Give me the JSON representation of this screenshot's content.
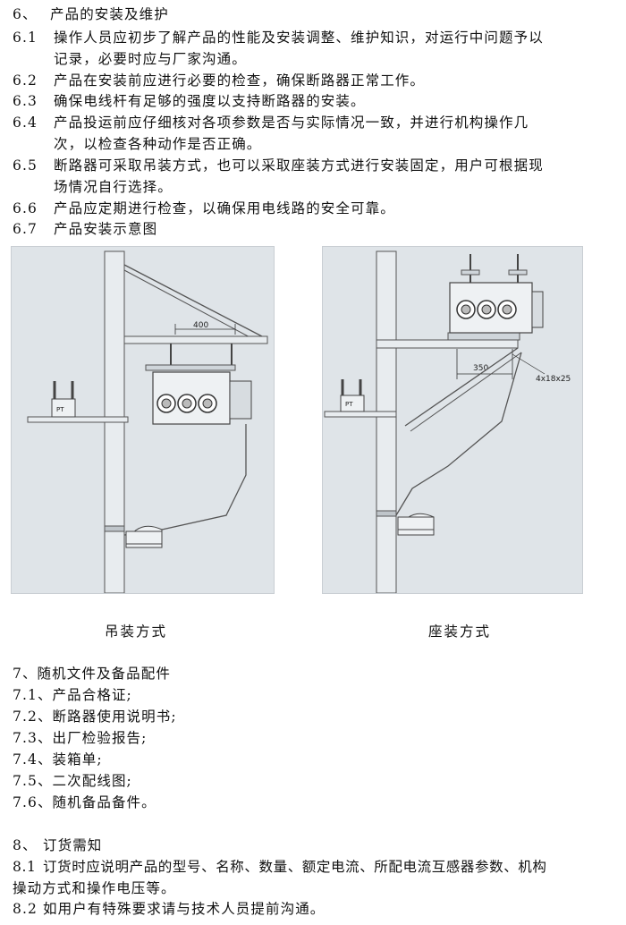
{
  "section6": {
    "heading_num": "6、",
    "heading": "产品的安装及维护",
    "items": [
      {
        "num": "6.1",
        "lines": [
          "操作人员应初步了解产品的性能及安装调整、维护知识，对运行中问题予以",
          "记录，必要时应与厂家沟通。"
        ]
      },
      {
        "num": "6.2",
        "lines": [
          "产品在安装前应进行必要的检查，确保断路器正常工作。"
        ]
      },
      {
        "num": "6.3",
        "lines": [
          "确保电线杆有足够的强度以支持断路器的安装。"
        ]
      },
      {
        "num": "6.4",
        "lines": [
          "产品投运前应仔细核对各项参数是否与实际情况一致，并进行机构操作几",
          "次，以检查各种动作是否正确。"
        ]
      },
      {
        "num": "6.5",
        "lines": [
          "断路器可采取吊装方式，也可以采取座装方式进行安装固定，用户可根据现",
          "场情况自行选择。"
        ]
      },
      {
        "num": "6.6",
        "lines": [
          "产品应定期进行检查，以确保用电线路的安全可靠。"
        ]
      },
      {
        "num": "6.7",
        "lines": [
          "产品安装示意图"
        ]
      }
    ]
  },
  "figures": {
    "left": {
      "caption": "吊装方式",
      "dim_label": "400",
      "pt_label": "PT"
    },
    "right": {
      "caption": "座装方式",
      "dim_label": "350",
      "bolt_label": "4x18x25",
      "pt_label": "PT"
    }
  },
  "section7": {
    "heading": "7、随机文件及备品配件",
    "items": [
      "7.1、产品合格证;",
      "7.2、断路器使用说明书;",
      "7.3、出厂检验报告;",
      "7.4、装箱单;",
      "7.5、二次配线图;",
      "7.6、随机备品备件。"
    ]
  },
  "section8": {
    "heading_num": "8、",
    "heading": "订货需知",
    "items": [
      {
        "num": "8.1",
        "lines": [
          "订货时应说明产品的型号、名称、数量、额定电流、所配电流互感器参数、机构",
          "操动方式和操作电压等。"
        ]
      },
      {
        "num": "8.2",
        "lines": [
          "如用户有特殊要求请与技术人员提前沟通。"
        ]
      }
    ]
  }
}
